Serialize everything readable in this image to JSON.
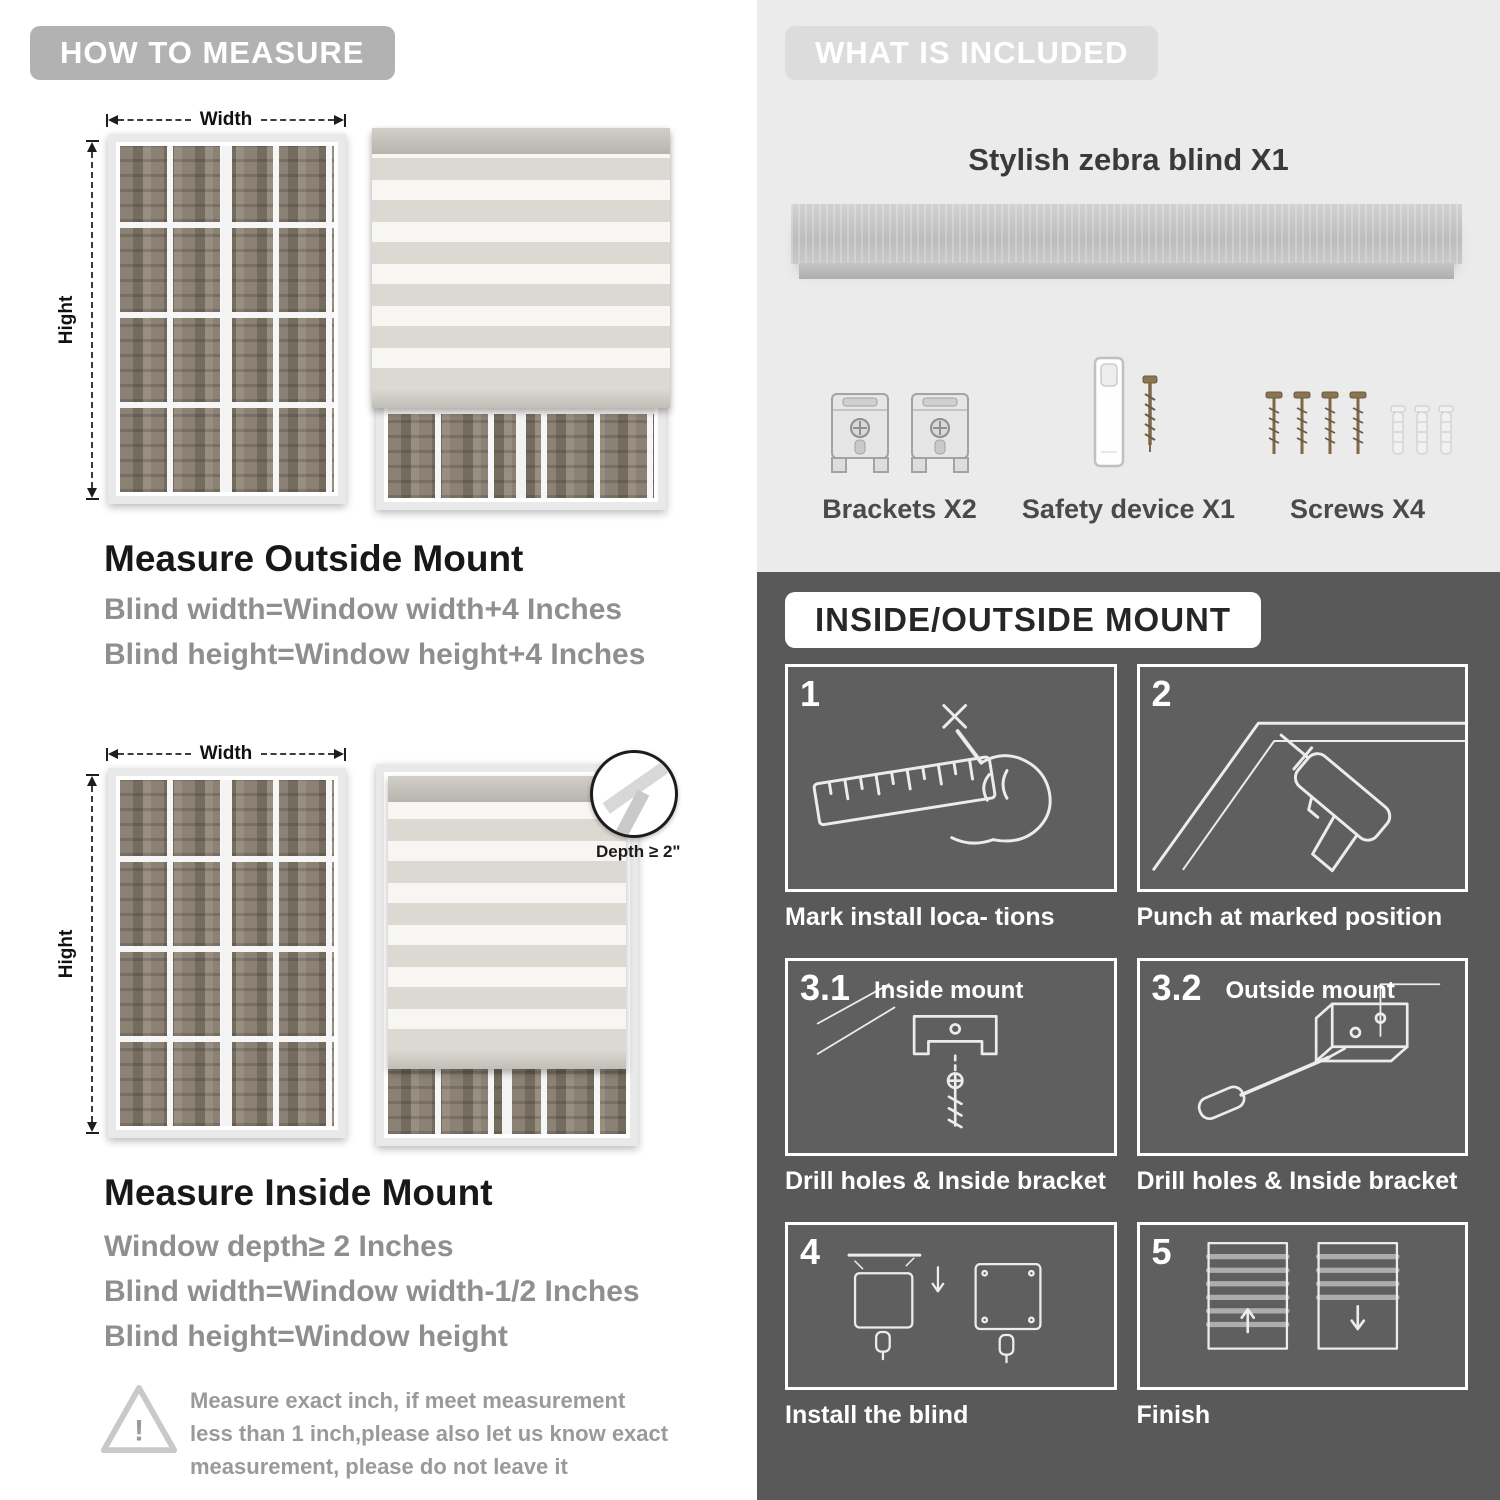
{
  "left": {
    "header": "HOW TO MEASURE",
    "outside": {
      "width_label": "Width",
      "height_label": "Hight",
      "title": "Measure Outside Mount",
      "line1": "Blind width=Window width+4 Inches",
      "line2": "Blind height=Window height+4 Inches"
    },
    "inside": {
      "width_label": "Width",
      "height_label": "Hight",
      "depth_label": "Depth ≥ 2\"",
      "title": "Measure Inside Mount",
      "line1": "Window depth≥ 2 Inches",
      "line2": "Blind width=Window width-1/2 Inches",
      "line3": "Blind height=Window height"
    },
    "warning": {
      "mark": "!",
      "text": "Measure exact inch, if meet measurement less than 1 inch,please also let us know exact measurement, please do not leave it"
    }
  },
  "included": {
    "header": "WHAT IS INCLUDED",
    "blind_title": "Stylish zebra blind X1",
    "items": [
      {
        "label": "Brackets X2"
      },
      {
        "label": "Safety device X1"
      },
      {
        "label": "Screws X4"
      }
    ]
  },
  "mount": {
    "header": "INSIDE/OUTSIDE MOUNT",
    "steps": [
      {
        "num": "1",
        "caption": "Mark install loca- tions"
      },
      {
        "num": "2",
        "caption": "Punch at marked position"
      },
      {
        "num": "3.1",
        "inner_label": "Inside mount",
        "caption": "Drill holes & Inside bracket"
      },
      {
        "num": "3.2",
        "inner_label": "Outside mount",
        "caption": "Drill holes & Inside bracket"
      },
      {
        "num": "4",
        "caption": "Install the blind"
      },
      {
        "num": "5",
        "caption": "Finish"
      }
    ]
  }
}
